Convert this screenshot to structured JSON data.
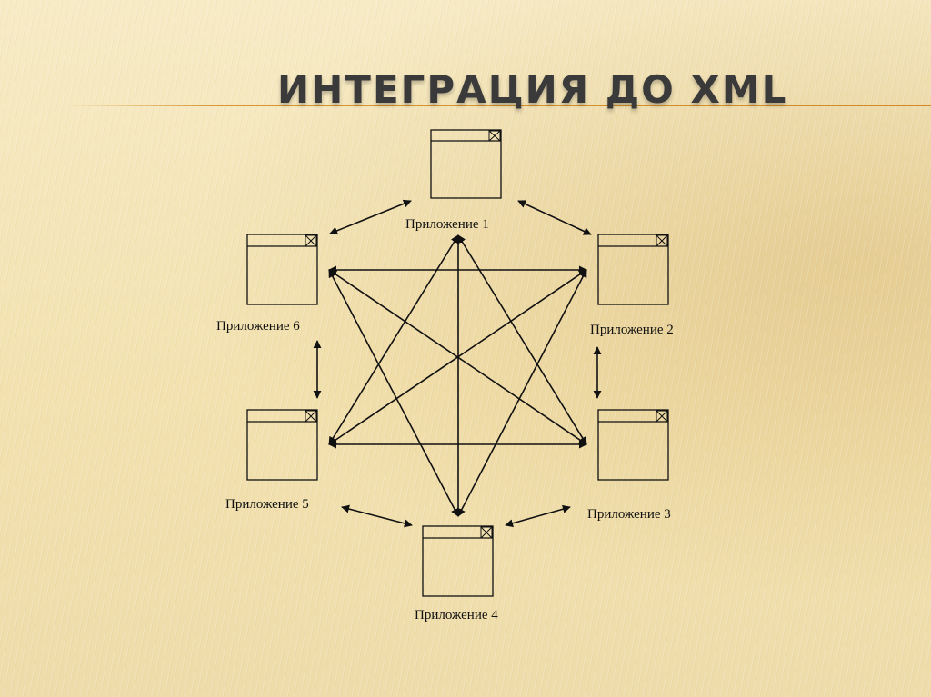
{
  "title": "ИНТЕГРАЦИЯ ДО XML",
  "apps": [
    {
      "id": 1,
      "label": "Приложение 1"
    },
    {
      "id": 2,
      "label": "Приложение  2"
    },
    {
      "id": 3,
      "label": "Приложение  3"
    },
    {
      "id": 4,
      "label": "Приложение  4"
    },
    {
      "id": 5,
      "label": "Приложение 5"
    },
    {
      "id": 6,
      "label": "Приложение  6"
    }
  ],
  "colors": {
    "title": "#3a3a3a",
    "rule": "#d89530",
    "lines": "#111111"
  }
}
